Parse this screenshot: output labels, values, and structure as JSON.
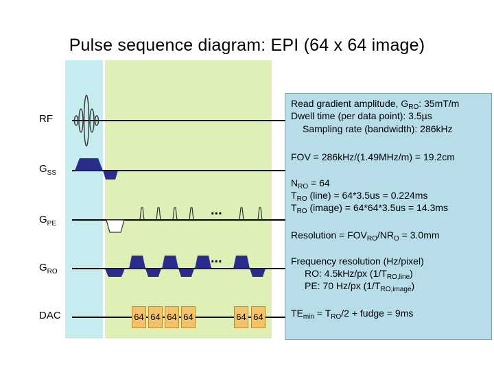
{
  "title": "Pulse sequence diagram:  EPI (64 x 64 image)",
  "rows": {
    "rf": {
      "main": "RF",
      "sub": ""
    },
    "gss": {
      "main": "G",
      "sub": "SS"
    },
    "gpe": {
      "main": "G",
      "sub": "PE"
    },
    "gro": {
      "main": "G",
      "sub": "RO"
    },
    "dac": {
      "main": "DAC",
      "sub": ""
    }
  },
  "dac_samples": [
    "64",
    "64",
    "64",
    "64",
    "64",
    "64"
  ],
  "ellipsis": "...",
  "notes": {
    "read_amp": {
      "a": "Read gradient amplitude, G",
      "sub": "RO",
      "b": ":  35mT/m"
    },
    "dwell": {
      "a": "Dwell time (per data point):  3.5",
      "b": "µs"
    },
    "sampling": {
      "a": "Sampling rate (bandwidth):  286kHz"
    },
    "fov": {
      "a": "FOV = 286kHz/(1.49MHz/m) = 19.2cm"
    },
    "nro": {
      "a": "N",
      "sub": "RO",
      "b": " = 64"
    },
    "tro_line": {
      "a": "T",
      "sub": "RO",
      "b": " (line) = 64*3.5us = 0.224ms"
    },
    "tro_image": {
      "a": "T",
      "sub": "RO",
      "b": " (image) = 64*64*3.5us = 14.3ms"
    },
    "resolution": {
      "a": "Resolution =  FOV",
      "sub": "RO",
      "b": "/NR",
      "sub2": "O",
      "c": " = 3.0mm"
    },
    "freq_res": {
      "a": "Frequency resolution (Hz/pixel)"
    },
    "ro_res": {
      "a": "RO:  4.5kHz/px  (1/T",
      "sub": "RO,line",
      "b": ")"
    },
    "pe_res": {
      "a": "PE:   70 Hz/px  (1/T",
      "sub": "RO,image",
      "b": ")"
    },
    "temin": {
      "a": "TE",
      "sub": "min",
      "b": " = T",
      "sub2": "RO",
      "c": "/2 + fudge = 9ms"
    }
  },
  "colors": {
    "excitation_region": "#c5ecef",
    "readout_region": "#def0b6",
    "gradient": "#2a2c8c",
    "note_bg": "#b7dde8",
    "dac_box": "#f5c26a"
  }
}
